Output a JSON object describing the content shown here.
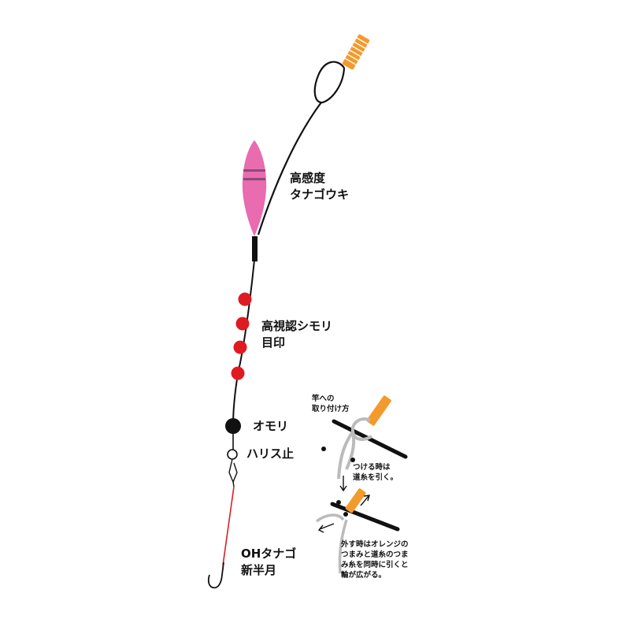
{
  "labels": {
    "float_line1": "高感度",
    "float_line2": "タナゴウキ",
    "marker_line1": "高視認シモリ",
    "marker_line2": "目印",
    "sinker": "オモリ",
    "stopper": "ハリス止",
    "hook_line1": "OHタナゴ",
    "hook_line2": "新半月"
  },
  "inset": {
    "attach_title_line1": "竿への",
    "attach_title_line2": "取り付け方",
    "attach_note": "つける時は",
    "attach_note2": "道糸を引く。",
    "detach_line1": "外す時はオレンジの",
    "detach_line2": "つまみと道糸のつま",
    "detach_line3": "み糸を同時に引くと",
    "detach_line4": "輪が広がる。"
  },
  "colors": {
    "orange": "#F39A2B",
    "pink": "#E96BB0",
    "float_band": "#8A4C77",
    "bead_red": "#E01A22",
    "leader_red": "#D9202A",
    "line": "#111111",
    "inset_line": "#cccccc"
  }
}
